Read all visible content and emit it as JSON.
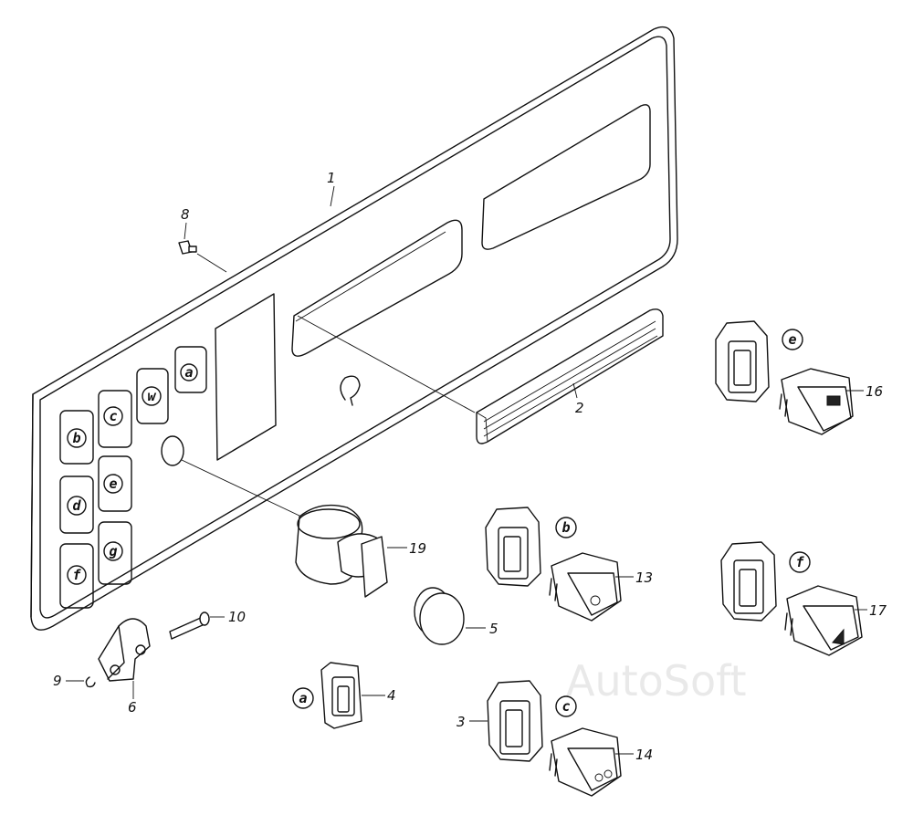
{
  "watermark": "AutoSoft",
  "callouts": {
    "p1": "1",
    "p2": "2",
    "p3": "3",
    "p4": "4",
    "p5": "5",
    "p6": "6",
    "p8": "8",
    "p9": "9",
    "p10": "10",
    "p13": "13",
    "p14": "14",
    "p16": "16",
    "p17": "17",
    "p19": "19"
  },
  "panel_slots": {
    "a": "a",
    "w": "w",
    "c": "c",
    "b": "b",
    "e": "e",
    "d": "d",
    "g": "g",
    "f": "f"
  },
  "switch_letters": {
    "e": "e",
    "b": "b",
    "f": "f",
    "c": "c",
    "a": "a"
  }
}
